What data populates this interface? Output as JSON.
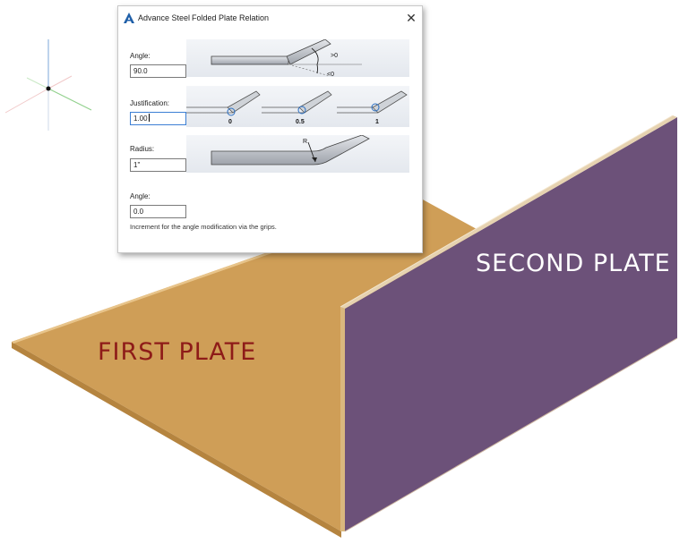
{
  "dialog": {
    "app_name": "Advance Steel",
    "title": "Folded Plate Relation",
    "close_symbol": "✕"
  },
  "fields": {
    "angle_label": "Angle:",
    "angle_value": "90.0",
    "justification_label": "Justification:",
    "justification_value": "1.00",
    "radius_label": "Radius:",
    "radius_value": "1\"",
    "increment_angle_label": "Angle:",
    "increment_angle_value": "0.0",
    "increment_hint": "Increment for the angle modification via the grips."
  },
  "illustrations": {
    "angle_positive": ">0",
    "angle_negative": "<0",
    "justification_options": [
      "0",
      "0.5",
      "1"
    ],
    "radius_marker": "R"
  },
  "scene": {
    "first_plate_label": "FIRST PLATE",
    "second_plate_label": "SECOND PLATE",
    "first_plate_color": "#cf9e57",
    "second_plate_color": "#6c5179",
    "first_label_color": "#8e1b18"
  },
  "ucs_icon": "ucs-axes-icon"
}
